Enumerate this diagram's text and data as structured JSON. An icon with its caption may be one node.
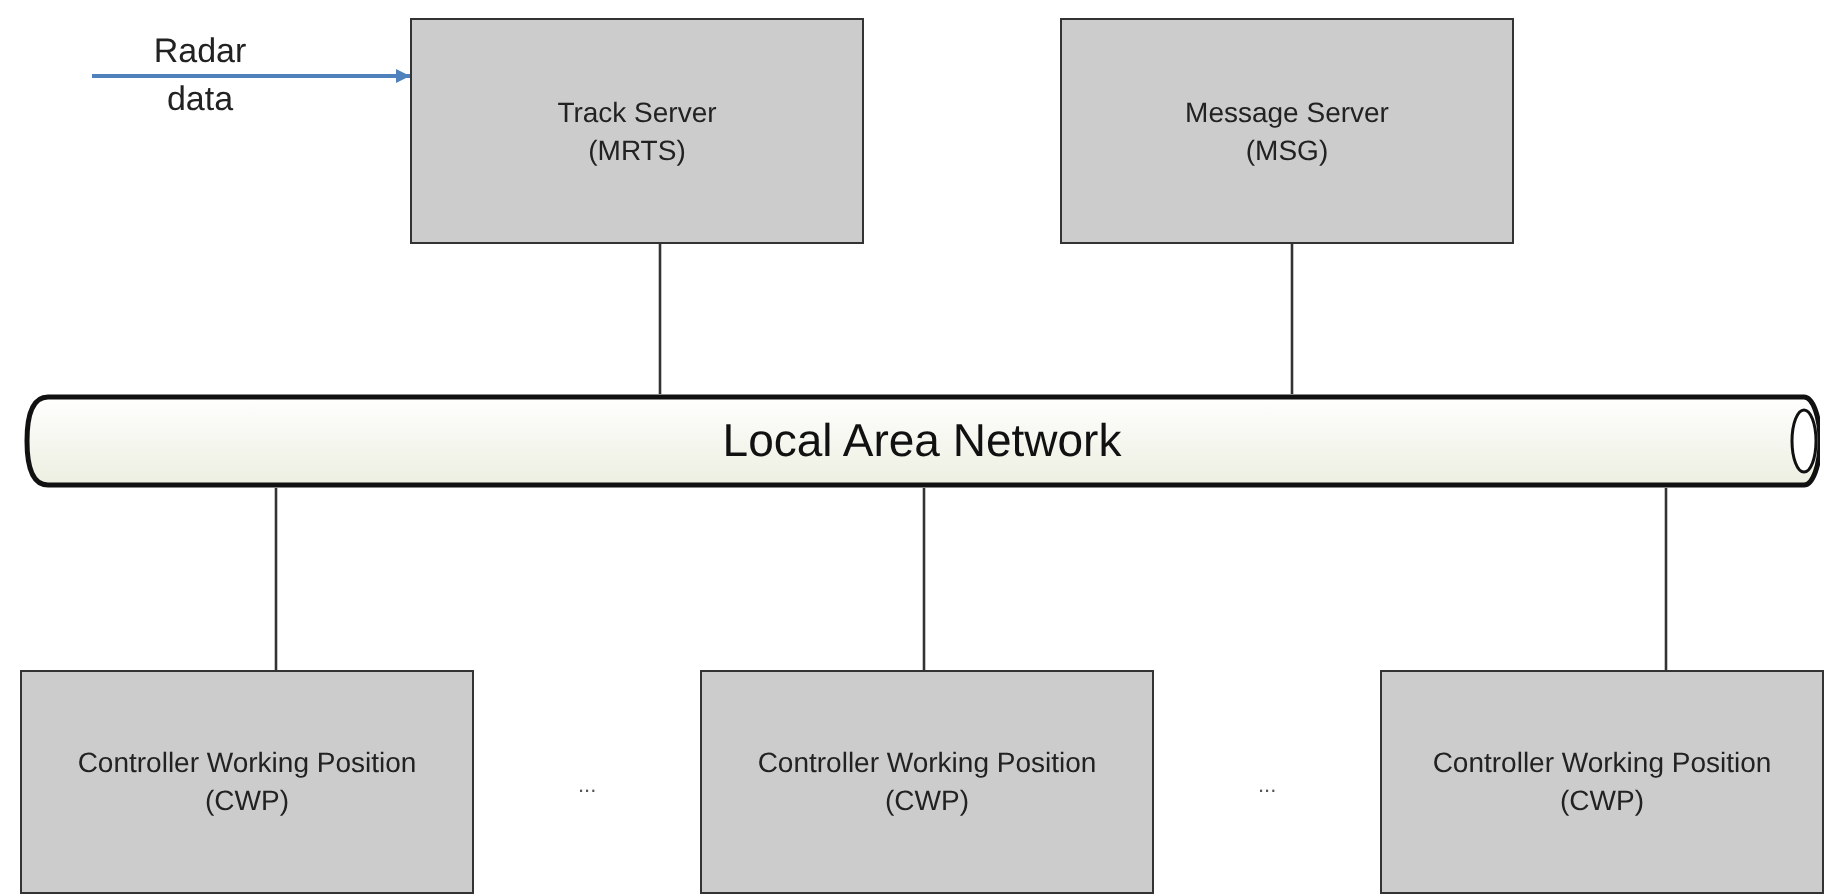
{
  "diagram": {
    "nodes": [
      {
        "text": [
          "Radar data"
        ]
      },
      {
        "text": [
          "Track Server (MRTS)"
        ]
      },
      {
        "text": [
          "Message Server (MSG)"
        ]
      },
      {
        "text": [
          "Local Area Network"
        ]
      },
      {
        "text": [
          "Controller Working Position (CWP)"
        ]
      },
      {
        "text": [
          "Controller Working Position (CWP)"
        ]
      },
      {
        "text": [
          "Controller Working Position (CWP)"
        ]
      }
    ],
    "edges": [
      {
        "from": 0,
        "to": 1,
        "arrow": "to",
        "color": "#4f81bd"
      },
      {
        "from": 1,
        "to": 3,
        "arrow": "none"
      },
      {
        "from": 2,
        "to": 3,
        "arrow": "none"
      },
      {
        "from": 3,
        "to": 4,
        "arrow": "none"
      },
      {
        "from": 3,
        "to": 5,
        "arrow": "none"
      },
      {
        "from": 3,
        "to": 6,
        "arrow": "none"
      }
    ],
    "labels": [
      "...",
      "..."
    ]
  }
}
